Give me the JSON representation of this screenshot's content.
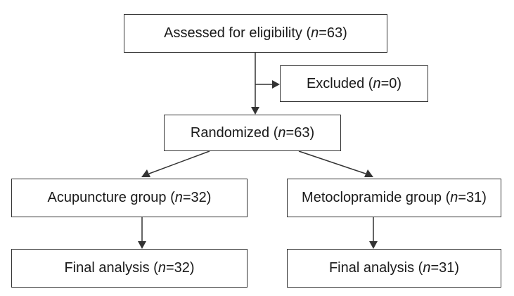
{
  "nodes": {
    "assessed": {
      "label": "Assessed for eligibility (",
      "var": "n",
      "value": "=63)"
    },
    "excluded": {
      "label": "Excluded (",
      "var": "n",
      "value": "=0)"
    },
    "randomized": {
      "label": "Randomized (",
      "var": "n",
      "value": "=63)"
    },
    "acupuncture": {
      "label": "Acupuncture group (",
      "var": "n",
      "value": "=32)"
    },
    "metoclopramide": {
      "label": "Metoclopramide group (",
      "var": "n",
      "value": "=31)"
    },
    "final_acupuncture": {
      "label": "Final analysis (",
      "var": "n",
      "value": "=32)"
    },
    "final_metoclopramide": {
      "label": "Final analysis (",
      "var": "n",
      "value": "=31)"
    }
  },
  "colors": {
    "stroke": "#333333",
    "background": "#ffffff"
  }
}
